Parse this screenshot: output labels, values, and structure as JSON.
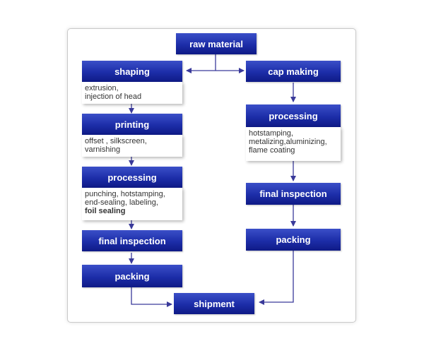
{
  "nodes": {
    "raw_material": "raw material",
    "shaping": "shaping",
    "printing": "printing",
    "processing_left": "processing",
    "final_inspection_left": "final inspection",
    "packing_left": "packing",
    "shipment": "shipment",
    "cap_making": "cap making",
    "processing_right": "processing",
    "final_inspection_right": "final inspection",
    "packing_right": "packing"
  },
  "details": {
    "shaping": [
      "extrusion,",
      "injection of head"
    ],
    "printing": [
      "offset , silkscreen,",
      "varnishing"
    ],
    "processing_left": [
      "punching, hotstamping,",
      "end-sealing, labeling,",
      "foil sealing"
    ],
    "processing_right": [
      "hotstamping,",
      "metalizing,aluminizing,",
      "flame coating"
    ]
  },
  "colors": {
    "box_top": "#3b4fc8",
    "box_bottom": "#0f1a86",
    "arrow": "#3a3a9a",
    "frame_border": "#c9c9c9"
  }
}
